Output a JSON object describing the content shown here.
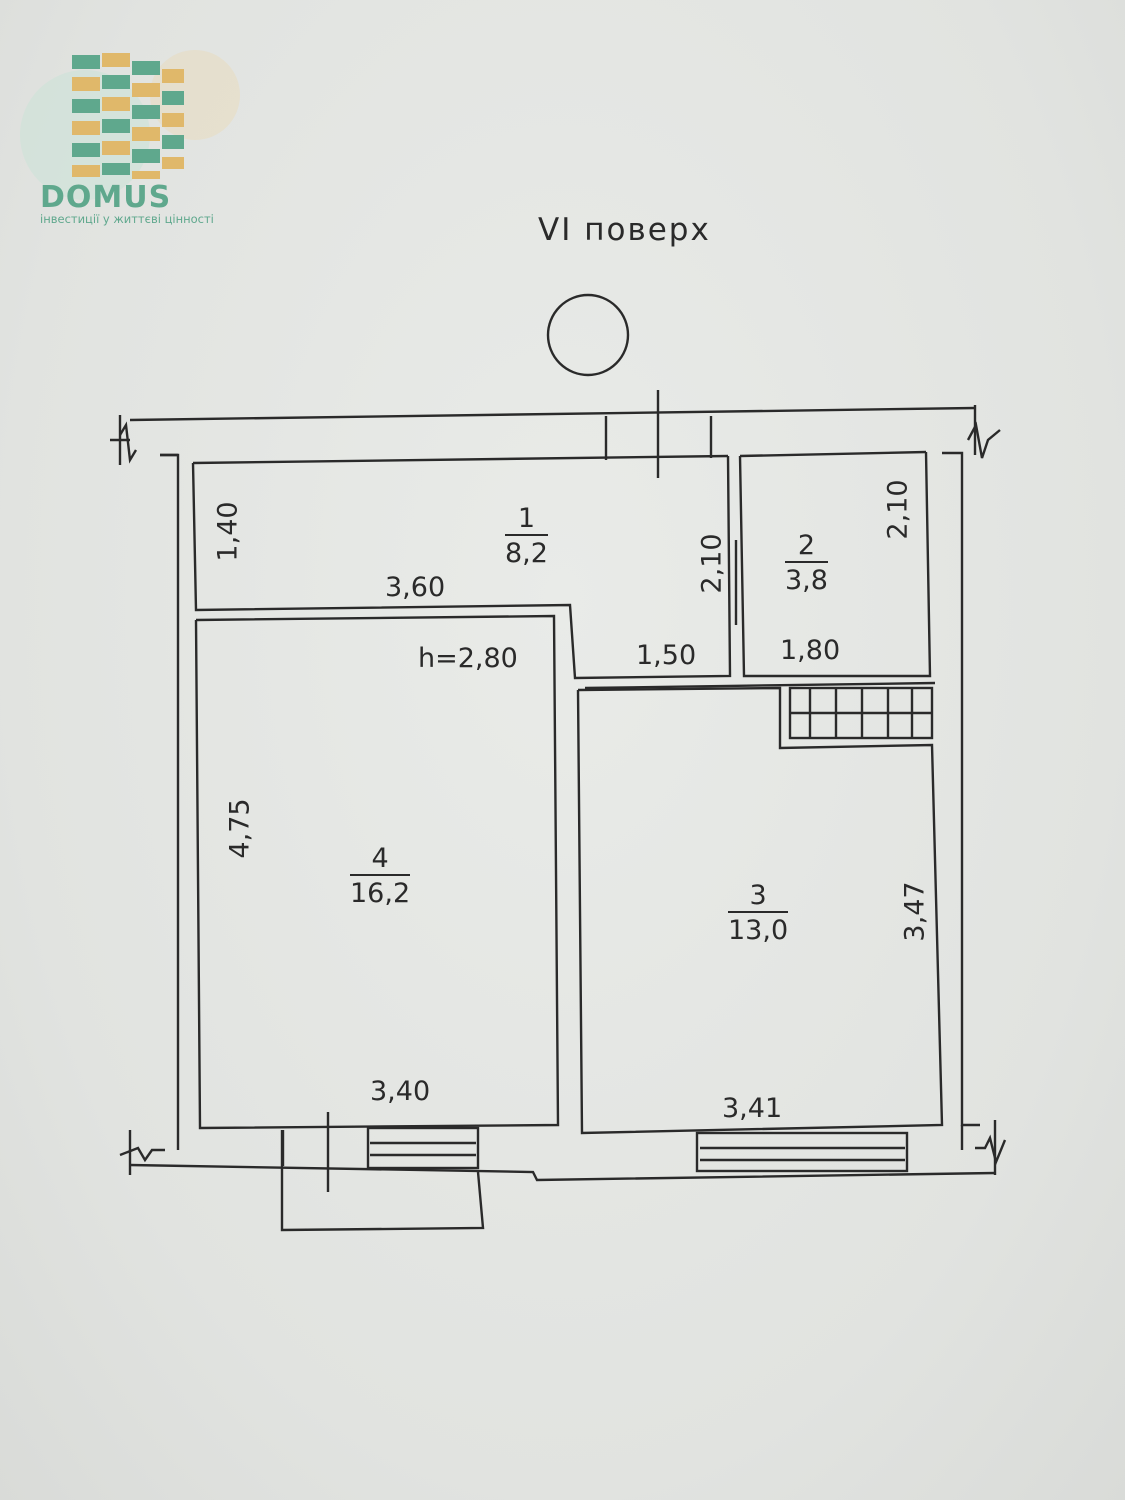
{
  "logo": {
    "wordmark": "DOMUS",
    "tagline": "інвестиції у життєві цінності",
    "accent": "#5fa88d",
    "secondary": "#e0b86a"
  },
  "floor_title": "VI поверх",
  "ceiling_height": "h=2,80",
  "rooms": [
    {
      "number": "1",
      "area": "8,2"
    },
    {
      "number": "2",
      "area": "3,8"
    },
    {
      "number": "3",
      "area": "13,0"
    },
    {
      "number": "4",
      "area": "16,2"
    }
  ],
  "dimensions": {
    "r1_height": "1,40",
    "r1_width": "3,60",
    "r1_right": "2,10",
    "r1_bottom": "1,50",
    "r2_height": "2,10",
    "r2_width": "1,80",
    "r3_height": "3,47",
    "r3_width": "3,41",
    "r4_height": "4,75",
    "r4_width": "3,40"
  },
  "colors": {
    "ink": "#2a2a2a",
    "paper": "#e4e6e3"
  }
}
